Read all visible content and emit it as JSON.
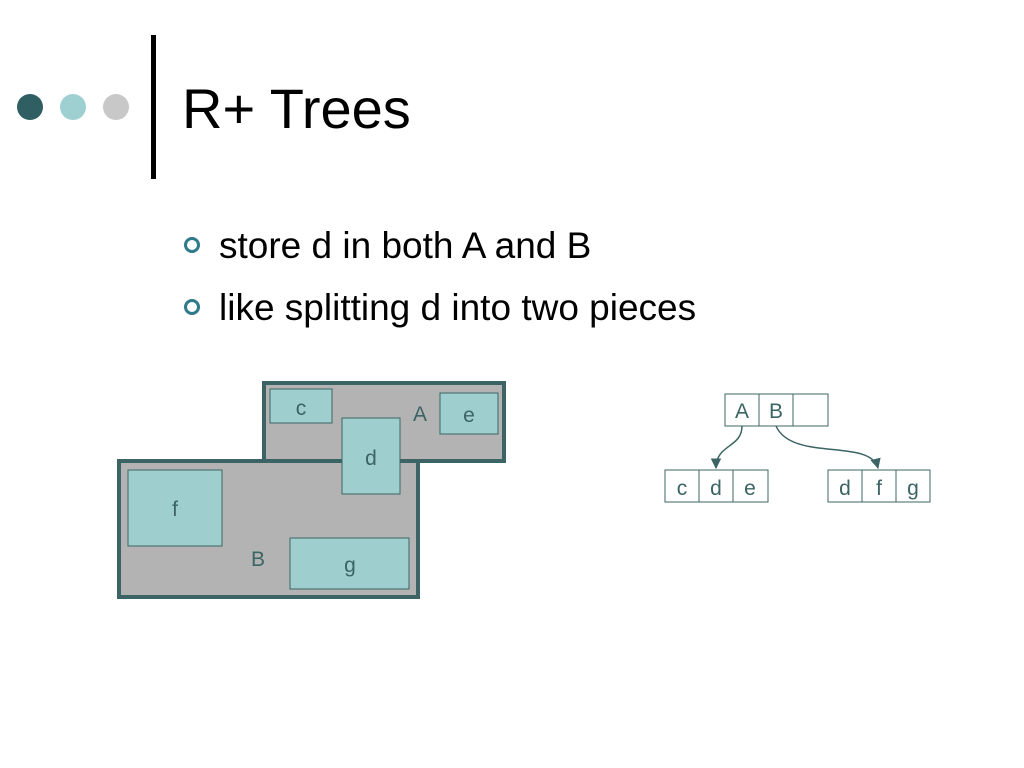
{
  "slide": {
    "title": "R+ Trees",
    "bullets": [
      "store d in both A and B",
      "like splitting d into two pieces"
    ],
    "decoration_colors": [
      "#2F5F62",
      "#9ECFD1",
      "#C8C8C8"
    ]
  },
  "diagram": {
    "regions": {
      "region_A_label": "A",
      "region_B_label": "B",
      "objects": [
        "c",
        "e",
        "d",
        "f",
        "g"
      ],
      "region_fill": "#B3B3B3",
      "region_border": "#3C6464",
      "object_fill": "#9FCECE"
    },
    "tree": {
      "root_entries": [
        "A",
        "B",
        ""
      ],
      "leaf_A_entries": [
        "c",
        "d",
        "e"
      ],
      "leaf_B_entries": [
        "d",
        "f",
        "g"
      ],
      "line_color": "#3C6464"
    }
  }
}
